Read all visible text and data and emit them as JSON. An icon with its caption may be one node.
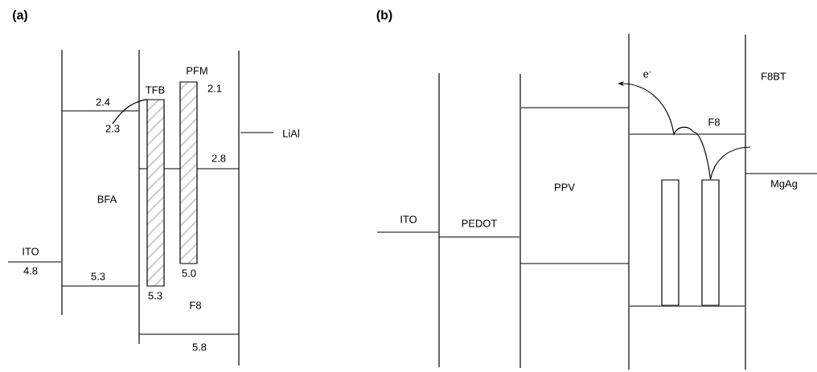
{
  "diagram": {
    "nodes": [
      {
        "text": [],
        "shape": "bar",
        "beside": [
          "TFB",
          "5.3"
        ]
      },
      {
        "text": [],
        "shape": "bar",
        "beside": [
          "PFM",
          "2.1",
          "5.0"
        ]
      },
      {
        "text": [],
        "shape": "bar"
      },
      {
        "text": [],
        "shape": "bar"
      },
      {
        "text": [
          "2.3"
        ]
      }
    ],
    "edges": [
      {
        "from": 4,
        "to": 0,
        "arrow": "none"
      },
      {
        "from": null,
        "to": 3,
        "arrow": "none"
      },
      {
        "from": 3,
        "to": null,
        "arrow": "to"
      }
    ],
    "labels": [
      "(a)",
      "(b)",
      "2.4",
      "BFA",
      "ITO",
      "4.8",
      "5.3",
      "LiAl",
      "2.8",
      "F8",
      "5.8",
      "ITO",
      "PEDOT",
      "PPV",
      "e$^{-}$",
      "F8BT",
      "F8",
      "MgAg"
    ]
  }
}
